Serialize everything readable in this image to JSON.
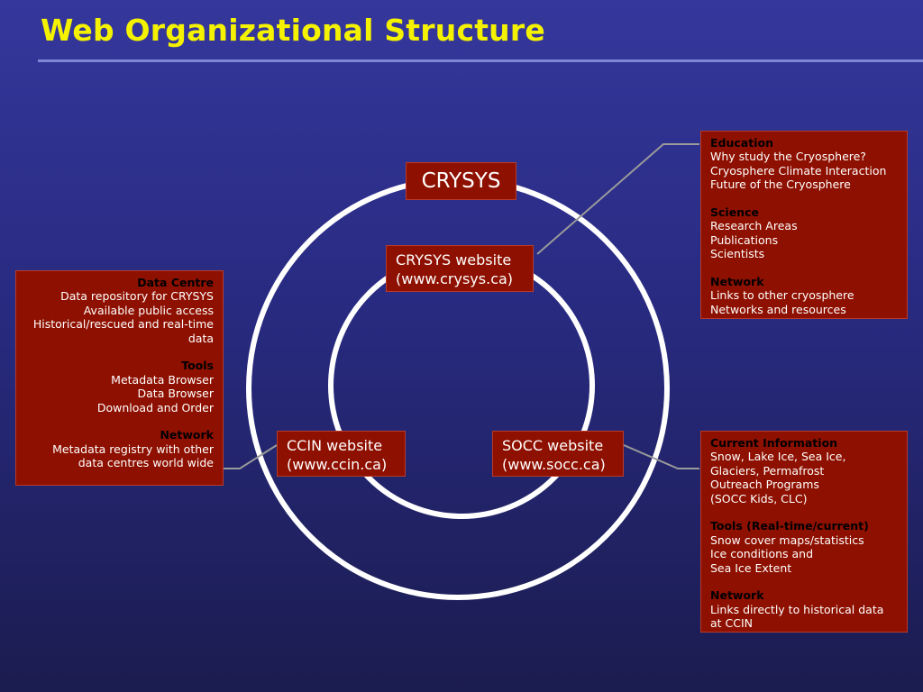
{
  "title": "Web Organizational Structure",
  "colors": {
    "background": "#2c2e86",
    "title": "#f5f200",
    "box": "#8e1000",
    "heading_text": "#000000",
    "body_text": "#ffffff",
    "rings": "#ffffff",
    "connectors": "#9a9a9a"
  },
  "core": {
    "label": "CRYSYS"
  },
  "sites": {
    "crysys": {
      "name": "CRYSYS website",
      "url": "(www.crysys.ca)"
    },
    "ccin": {
      "name": "CCIN website",
      "url": "(www.ccin.ca)"
    },
    "socc": {
      "name": "SOCC website",
      "url": "(www.socc.ca)"
    }
  },
  "panels": {
    "crysys": {
      "sections": [
        {
          "heading": "Education",
          "lines": [
            "Why study the Cryosphere?",
            "Cryosphere Climate Interaction",
            "Future of the Cryosphere"
          ]
        },
        {
          "heading": "Science",
          "lines": [
            "Research Areas",
            "Publications",
            "Scientists"
          ]
        },
        {
          "heading": "Network",
          "lines": [
            "Links to other cryosphere",
            "Networks and resources"
          ]
        }
      ]
    },
    "ccin": {
      "sections": [
        {
          "heading": "Data Centre",
          "lines": [
            "Data repository for CRYSYS",
            "Available public access",
            "Historical/rescued and real-time",
            "data"
          ]
        },
        {
          "heading": "Tools",
          "lines": [
            "Metadata Browser",
            "Data Browser",
            "Download and Order"
          ]
        },
        {
          "heading": "Network",
          "lines": [
            "Metadata registry with other",
            "data centres world wide"
          ]
        }
      ]
    },
    "socc": {
      "sections": [
        {
          "heading": "Current Information",
          "lines": [
            "Snow, Lake Ice, Sea Ice,",
            "Glaciers, Permafrost",
            "Outreach Programs",
            "(SOCC Kids, CLC)"
          ]
        },
        {
          "heading": "Tools (Real-time/current)",
          "lines": [
            "Snow cover maps/statistics",
            "Ice conditions and",
            "Sea Ice Extent"
          ]
        },
        {
          "heading": "Network",
          "lines": [
            "Links directly to historical data",
            "at CCIN"
          ]
        }
      ]
    }
  }
}
